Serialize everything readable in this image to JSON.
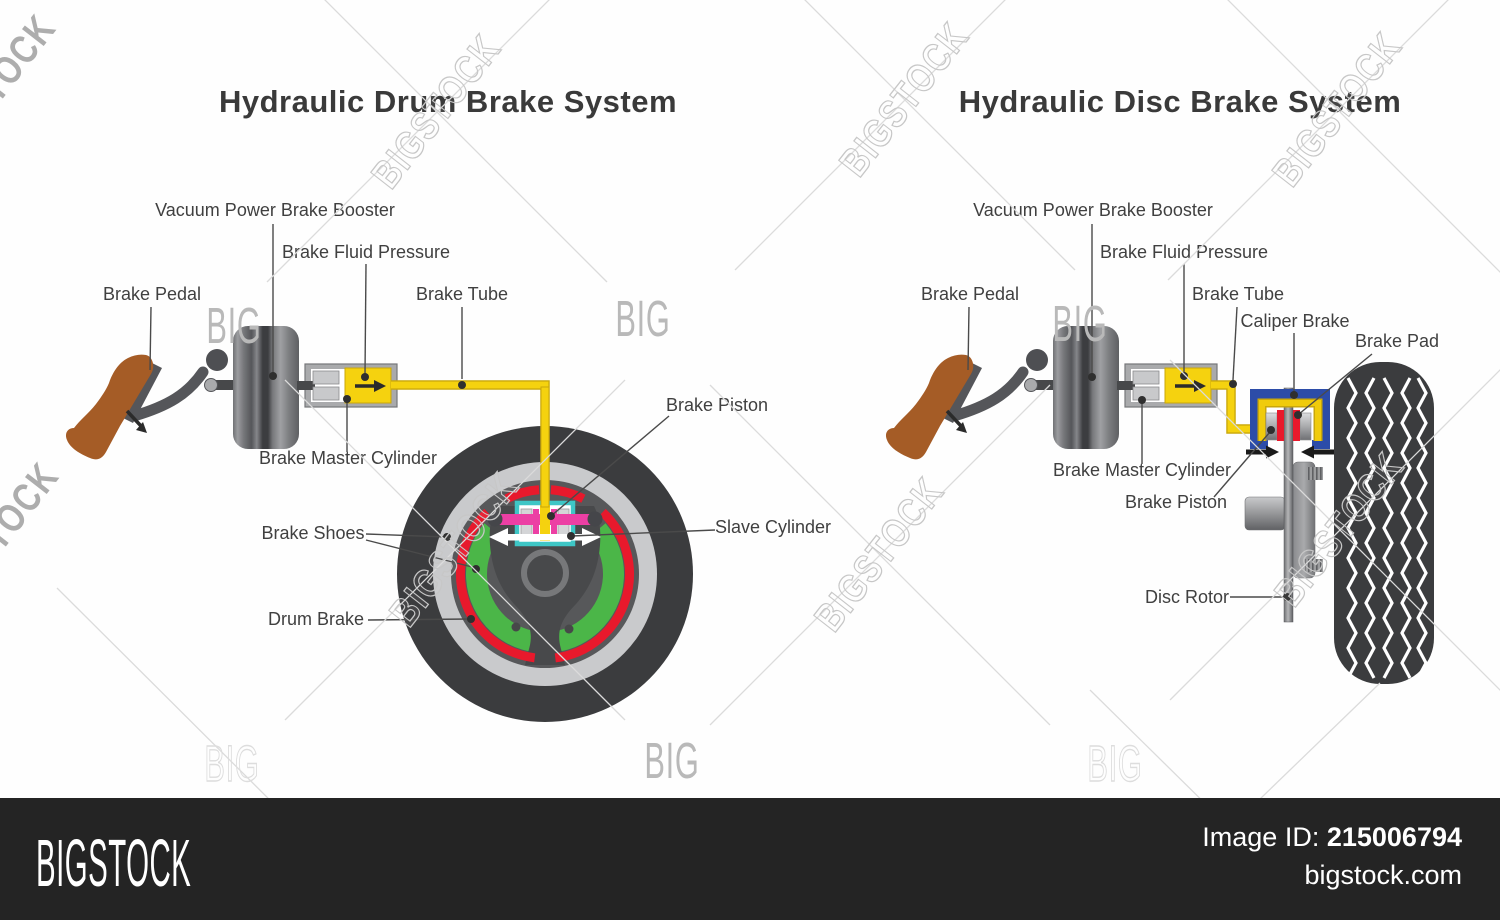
{
  "drum_system": {
    "title": "Hydraulic Drum Brake System",
    "labels": {
      "booster": "Vacuum Power Brake Booster",
      "fluid_pressure": "Brake Fluid Pressure",
      "pedal": "Brake Pedal",
      "tube": "Brake Tube",
      "master_cylinder": "Brake Master Cylinder",
      "piston": "Brake Piston",
      "slave_cylinder": "Slave Cylinder",
      "shoes": "Brake Shoes",
      "drum": "Drum Brake"
    }
  },
  "disc_system": {
    "title": "Hydraulic Disc Brake System",
    "labels": {
      "booster": "Vacuum Power Brake Booster",
      "fluid_pressure": "Brake Fluid Pressure",
      "pedal": "Brake Pedal",
      "tube": "Brake Tube",
      "caliper": "Caliper Brake",
      "pad": "Brake Pad",
      "master_cylinder": "Brake Master Cylinder",
      "piston": "Brake Piston",
      "rotor": "Disc Rotor"
    }
  },
  "watermarks": {
    "brand": "BIGSTOCK",
    "brand_short": "BIG"
  },
  "footer": {
    "logo": "BIGSTOCK",
    "image_id_label": "Image ID:",
    "image_id": "215006794",
    "website": "bigstock.com",
    "bar_color": "#242424"
  },
  "colors": {
    "pedal_brown": "#A55C26",
    "metal_dark": "#55565A",
    "fluid_yellow": "#F5D20F",
    "lining_red": "#E8192C",
    "shoe_green": "#4BB648",
    "slave_cyan": "#3EC6C6",
    "piston_magenta": "#EC3FA4",
    "caliper_blue": "#2C4CA8",
    "tire_dark": "#3B3C3E",
    "drum_gray": "#57585A",
    "rim_light": "#C9CACC"
  }
}
